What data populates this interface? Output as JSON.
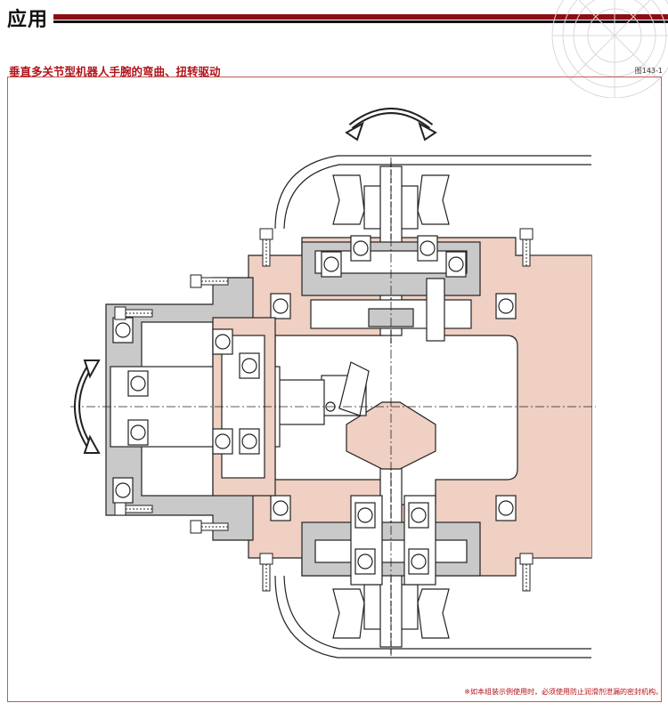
{
  "header": {
    "title": "应用"
  },
  "section": {
    "subtitle": "垂直多关节型机器人手腕的弯曲、扭转驱动",
    "figure_no": "图143-1"
  },
  "footnote": "※如本组装示例使用时，必须使用防止润滑剂泄漏的密封机构。",
  "colors": {
    "accent": "#b1121a",
    "bar": "#8b0f14",
    "housing": "#efd0c3",
    "reducer": "#c9c9c9",
    "line": "#222222"
  }
}
